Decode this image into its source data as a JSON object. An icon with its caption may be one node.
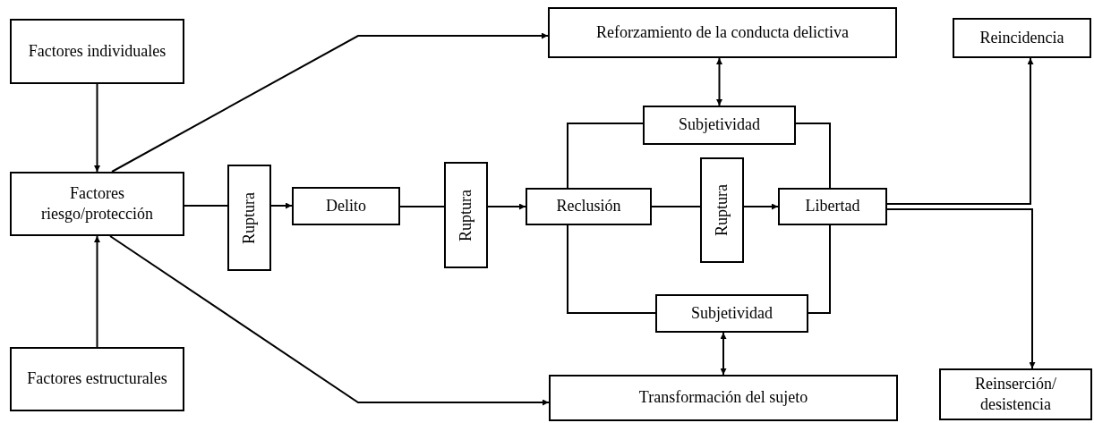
{
  "diagram": {
    "nodes": [
      {
        "text": [
          "Factores individuales"
        ]
      },
      {
        "text": [
          "Factores riesgo/protección"
        ]
      },
      {
        "text": [
          "Factores estructurales"
        ]
      },
      {
        "text": [
          "Ruptura"
        ]
      },
      {
        "text": [
          "Delito"
        ]
      },
      {
        "text": [
          "Ruptura"
        ]
      },
      {
        "text": [
          "Reclusión"
        ]
      },
      {
        "text": [
          "Ruptura"
        ]
      },
      {
        "text": [
          "Libertad"
        ]
      },
      {
        "text": [
          "Reforzamiento de la conducta delictiva"
        ]
      },
      {
        "text": [
          "Subjetividad"
        ]
      },
      {
        "text": [
          "Subjetividad"
        ]
      },
      {
        "text": [
          "Transformación del sujeto"
        ]
      },
      {
        "text": [
          "Reincidencia"
        ]
      },
      {
        "text": [
          "Reinserción/ desistencia"
        ]
      }
    ],
    "edges": [
      {
        "from": 0,
        "to": 1,
        "arrow": "to"
      },
      {
        "from": 2,
        "to": 1,
        "arrow": "to"
      },
      {
        "from": 1,
        "to": 3,
        "arrow": "none"
      },
      {
        "from": 3,
        "to": 4,
        "arrow": "to"
      },
      {
        "from": 4,
        "to": 5,
        "arrow": "none"
      },
      {
        "from": 5,
        "to": 6,
        "arrow": "to"
      },
      {
        "from": 6,
        "to": 7,
        "arrow": "none"
      },
      {
        "from": 7,
        "to": 8,
        "arrow": "to"
      },
      {
        "from": 1,
        "to": 9,
        "arrow": "to"
      },
      {
        "from": 1,
        "to": 12,
        "arrow": "to"
      },
      {
        "from": 9,
        "to": 10,
        "arrow": "both"
      },
      {
        "from": 11,
        "to": 12,
        "arrow": "both"
      },
      {
        "from": 6,
        "to": 10,
        "arrow": "none"
      },
      {
        "from": 10,
        "to": 8,
        "arrow": "none"
      },
      {
        "from": 6,
        "to": 11,
        "arrow": "none"
      },
      {
        "from": 11,
        "to": 8,
        "arrow": "none"
      },
      {
        "from": 8,
        "to": 13,
        "arrow": "to"
      },
      {
        "from": 8,
        "to": 14,
        "arrow": "to"
      }
    ]
  }
}
